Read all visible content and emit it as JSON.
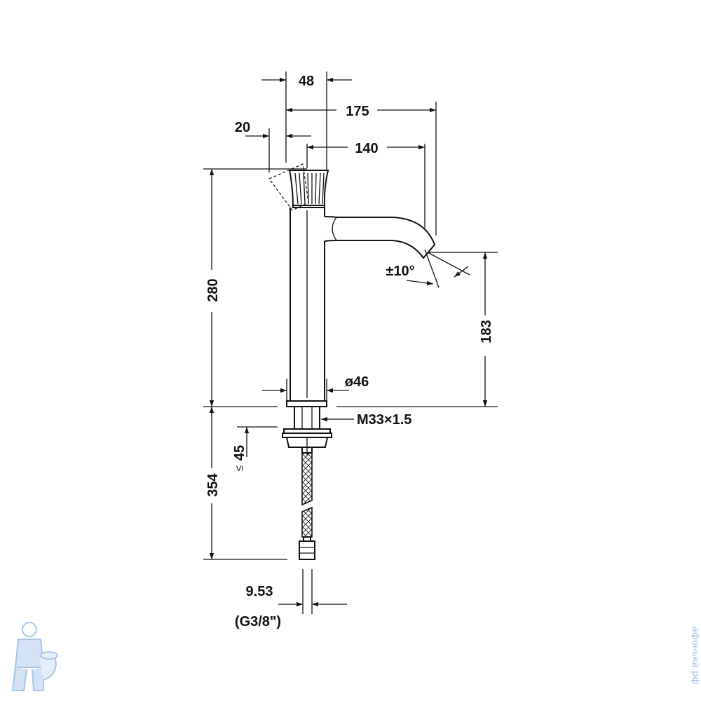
{
  "dimensions": {
    "d48": "48",
    "d175": "175",
    "d20": "20",
    "d140": "140",
    "d280": "280",
    "d183": "183",
    "angle": "±10°",
    "d46": "ø46",
    "thread": "M33×1.5",
    "d45": "45",
    "d45_prefix": "≤",
    "d354": "354",
    "d953": "9.53",
    "g38": "(G3/8\")"
  },
  "watermark": {
    "text": "афонька.рф",
    "mascot": "plumber-mascot-icon"
  },
  "colors": {
    "ink": "#111111",
    "watermark": "#9fbfe6"
  }
}
